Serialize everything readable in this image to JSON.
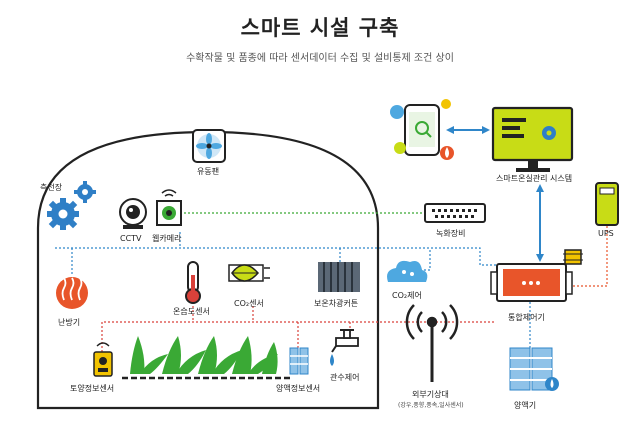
{
  "header": {
    "title": "스마트 시설 구축",
    "subtitle": "수확작물 및 품종에 따라 센서데이터 수집 및 설비통제 조건 상이"
  },
  "labels": {
    "ventilation_fan": "유동팬",
    "side_window": "측천장",
    "cctv": "CCTV",
    "webcam": "웹카메라",
    "heater": "난방기",
    "temp_humidity_sensor": "온습도센서",
    "co2_sensor": "CO₂센서",
    "thermal_curtain": "보온차광커튼",
    "co2_control": "CO₂제어",
    "soil_sensor": "토양정보센서",
    "nutrient_sensor": "양액정보센서",
    "irrigation_control": "관수제어",
    "weather_station": "외부기상대",
    "weather_station_detail": "(강우,풍향,풍속,일사센서)",
    "smart_system": "스마트온실관리 시스템",
    "network_device": "녹화장비",
    "ups": "UPS",
    "integrated_controller": "통합제어기",
    "nutrient_supply": "양액기"
  },
  "colors": {
    "green": "#3aa935",
    "blue": "#2f86c9",
    "orange": "#e8552a",
    "red_dot": "#d9413a",
    "gear_blue": "#2f7fc6",
    "lime": "#c8dc16",
    "yellow": "#f2c300",
    "dark": "#222222",
    "sky": "#4ea8e0"
  }
}
